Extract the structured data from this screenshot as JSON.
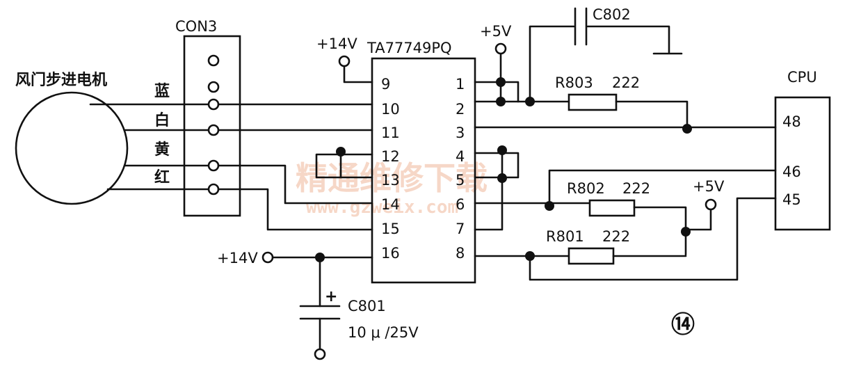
{
  "motor": {
    "title": "风门步进电机"
  },
  "wire_colors": [
    "蓝",
    "白",
    "黄",
    "红"
  ],
  "connector": {
    "label": "CON3"
  },
  "ic": {
    "label": "TA77749PQ",
    "left_pins": [
      "9",
      "10",
      "11",
      "12",
      "13",
      "14",
      "15",
      "16"
    ],
    "right_pins": [
      "1",
      "2",
      "3",
      "4",
      "5",
      "6",
      "7",
      "8"
    ]
  },
  "cpu": {
    "label": "CPU",
    "pins": [
      "48",
      "46",
      "45"
    ]
  },
  "power": {
    "v14_top": "+14V",
    "v5_top": "+5V",
    "v5_right": "+5V",
    "v14_bottom": "+14V"
  },
  "components": {
    "c802": "C802",
    "r803": "R803",
    "r803_value": "222",
    "r802": "R802",
    "r802_value": "222",
    "r801": "R801",
    "r801_value": "222",
    "c801": "C801",
    "c801_value": "10 μ /25V",
    "c801_polarity": "+"
  },
  "watermark": {
    "text": "精通维修下载",
    "url": "www.gzweix.com"
  },
  "figure_number": "⑭"
}
